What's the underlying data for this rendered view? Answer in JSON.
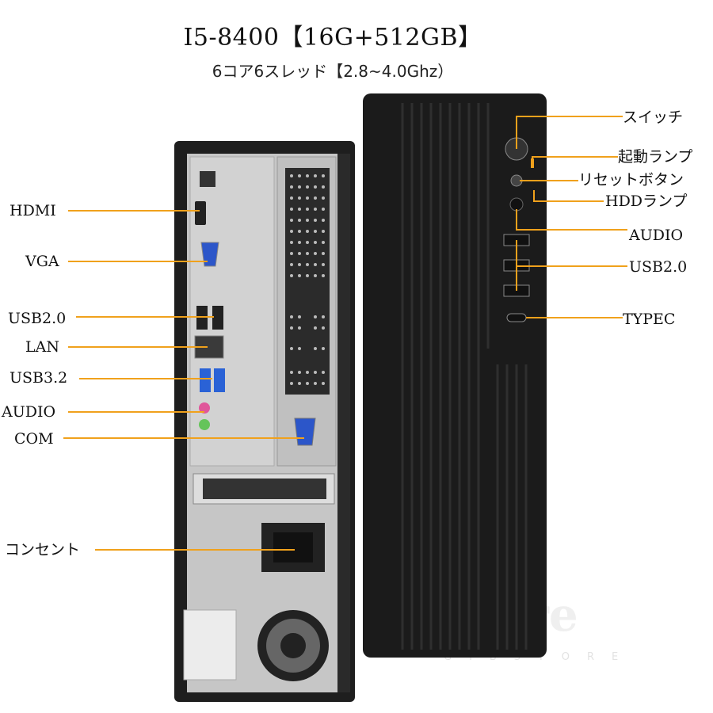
{
  "header": {
    "title": "I5-8400【16G+512GB】",
    "subtitle": "6コア6スレッド【2.8~4.0Ghz）"
  },
  "colors": {
    "leader_line": "#f0a11c",
    "case_black": "#1c1c1c",
    "panel_silver": "#c9c9c9"
  },
  "rear_labels": {
    "hdmi": "HDMI",
    "vga": "VGA",
    "usb2": "USB2.0",
    "lan": "LAN",
    "usb3": "USB3.2",
    "audio": "AUDIO",
    "com": "COM",
    "power": "コンセント"
  },
  "front_labels": {
    "switch": "スイッチ",
    "power_lamp": "起動ランプ",
    "reset_button": "リセットボタン",
    "hdd_lamp": "HDDランプ",
    "audio": "AUDIO",
    "usb2": "USB2.0",
    "typec": "TYPEC"
  },
  "watermark": {
    "brand": "Store",
    "sub": "GIBSTORE"
  }
}
